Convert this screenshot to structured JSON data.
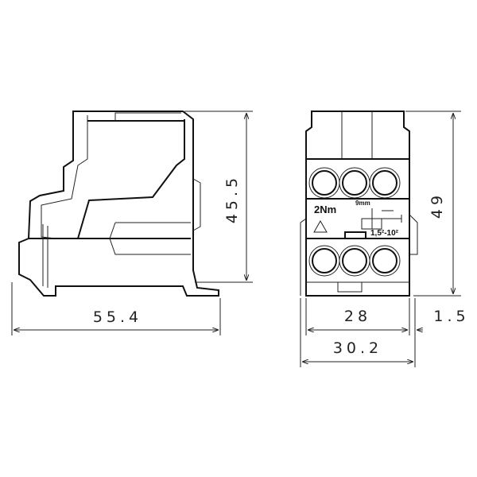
{
  "dimensions": {
    "side_height": "45.5",
    "side_width": "55.4",
    "front_height": "49",
    "front_width_inner": "28",
    "front_width_outer": "30.2",
    "rail_offset": "1.5"
  },
  "labels": {
    "torque": "2Nm",
    "strip_length": "9mm",
    "cross_section": "1,5²-10²"
  }
}
